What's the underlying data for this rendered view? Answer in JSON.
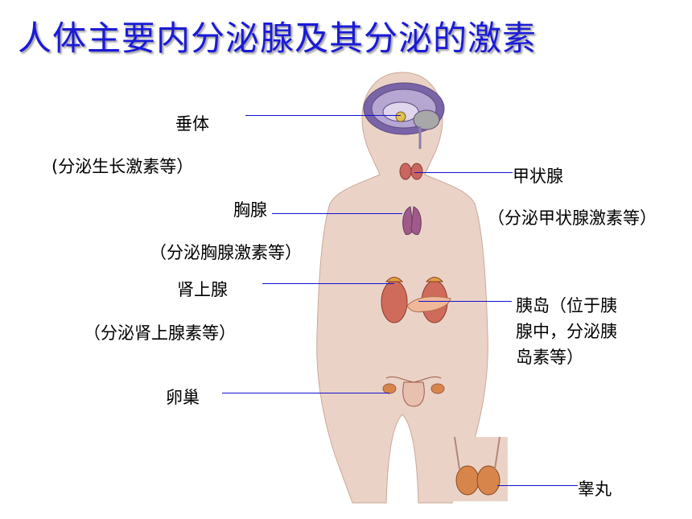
{
  "title": "人体主要内分泌腺及其分泌的激素",
  "labels": {
    "pituitary": "垂体",
    "pituitary_note": "(分泌生长激素等）",
    "thyroid": "甲状腺",
    "thyroid_note": "（分泌甲状腺激素等）",
    "thymus": "胸腺",
    "thymus_note": "（分泌胸腺激素等）",
    "adrenal": "肾上腺",
    "adrenal_note": "（分泌肾上腺素等）",
    "islets_line1": "胰岛（位于胰",
    "islets_line2": "腺中，分泌胰",
    "islets_line3": "岛素等）",
    "ovary": "卵巢",
    "testis": "睾丸"
  },
  "colors": {
    "title": "#1a1ad8",
    "leader_line": "#1010d0",
    "skin": "#ead3c6",
    "organ": "#cf6b5a"
  }
}
